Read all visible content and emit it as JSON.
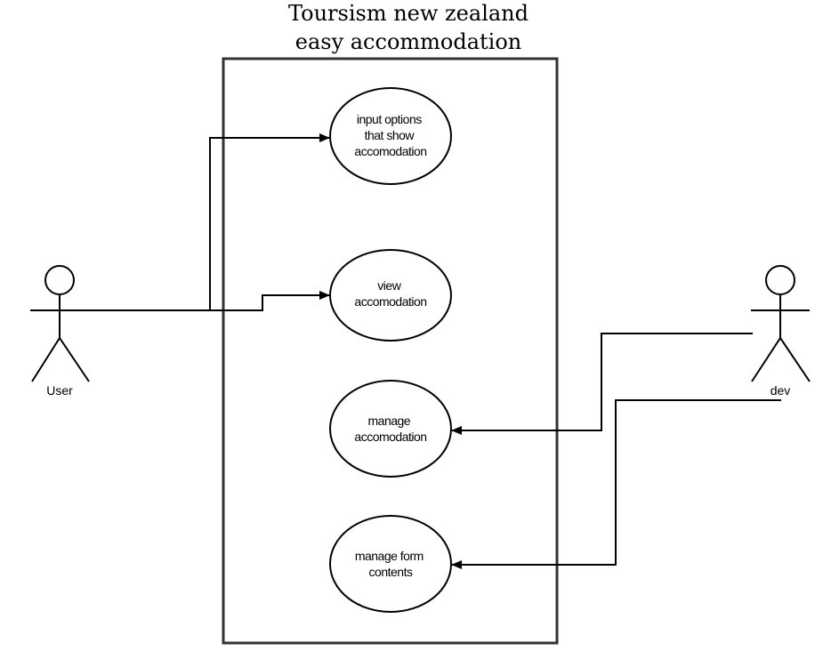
{
  "system": {
    "title_line1": "Toursism new zealand",
    "title_line2": "easy  accommodation"
  },
  "actors": {
    "user": {
      "label": "User"
    },
    "dev": {
      "label": "dev"
    }
  },
  "use_cases": [
    {
      "lines": [
        "input options",
        "that show",
        "accomodation"
      ]
    },
    {
      "lines": [
        "view",
        "accomodation"
      ]
    },
    {
      "lines": [
        "manage",
        "accomodation"
      ]
    },
    {
      "lines": [
        "manage form",
        "contents"
      ]
    }
  ]
}
